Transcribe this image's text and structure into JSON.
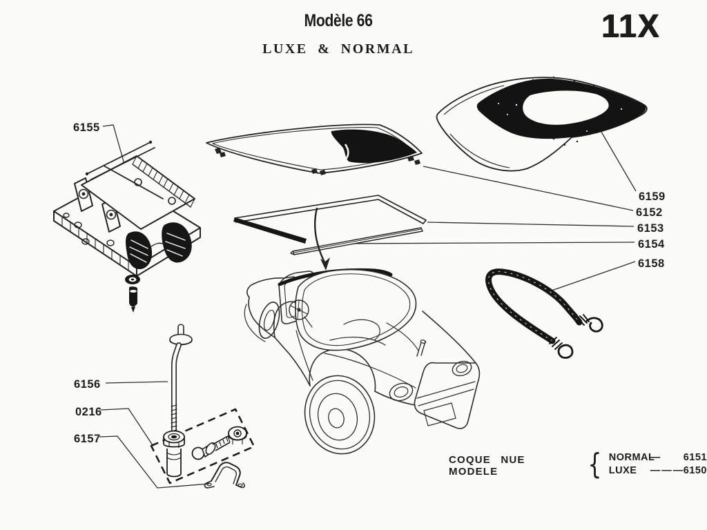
{
  "page": {
    "title": "Modèle 66",
    "subtitle": "LUXE & NORMAL",
    "plate_number": "11X"
  },
  "callouts": {
    "latch_assembly": "6155",
    "soft_top_cover": "6159",
    "rear_window_glass": "6152",
    "window_frame_trim": "6153",
    "lower_trim_strip": "6154",
    "tension_strap": "6158",
    "anchor_rod": "6156",
    "fastener_kit": "0216",
    "clamp_bracket": "6157"
  },
  "legend": {
    "label": "COQUE NUE MODELE",
    "brace": "{",
    "entries": [
      {
        "name": "NORMAL",
        "dashes": "—",
        "number": "6151"
      },
      {
        "name": "LUXE",
        "dashes": "— — —",
        "number": "6150"
      }
    ]
  },
  "colors": {
    "ink": "#1c1c1c",
    "paper": "#fbfbf8"
  }
}
